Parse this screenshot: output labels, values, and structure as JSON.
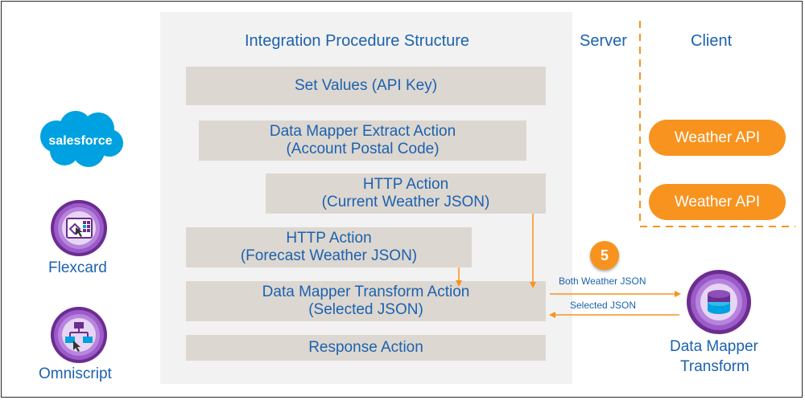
{
  "panel": {
    "title": "Integration Procedure Structure"
  },
  "steps": [
    {
      "line1": "Set Values (API Key)",
      "line2": ""
    },
    {
      "line1": "Data Mapper Extract Action",
      "line2": "(Account Postal Code)"
    },
    {
      "line1": "HTTP Action",
      "line2": "(Current Weather JSON)"
    },
    {
      "line1": "HTTP Action",
      "line2": "(Forecast Weather JSON)"
    },
    {
      "line1": "Data Mapper Transform Action",
      "line2": "(Selected JSON)"
    },
    {
      "line1": "Response Action",
      "line2": ""
    }
  ],
  "sections": {
    "server": "Server",
    "client": "Client"
  },
  "apis": [
    "Weather API",
    "Weather API"
  ],
  "left_icons": {
    "salesforce": "salesforce",
    "flexcard": "Flexcard",
    "omniscript": "Omniscript"
  },
  "badge": "5",
  "arrows": {
    "out_label": "Both Weather JSON",
    "in_label": "Selected JSON"
  },
  "transform": {
    "line1": "Data Mapper",
    "line2": "Transform"
  },
  "colors": {
    "blue": "#1b62ae",
    "orange": "#f7931e",
    "step_bg": "#ddd7d1",
    "panel_bg": "#f2f2f2",
    "purple": "#7b3fa5",
    "cloud": "#00a1e0"
  }
}
